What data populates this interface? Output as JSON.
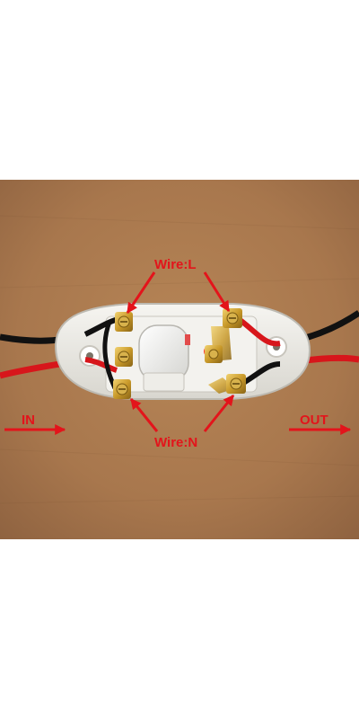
{
  "labels": {
    "wire_l": "Wire:L",
    "wire_n": "Wire:N",
    "in": "IN",
    "out": "OUT"
  },
  "colors": {
    "background": "#ffffff",
    "cardboard": "#a8774d",
    "switch_body": "#ecebe7",
    "annotation_red": "#e3141b",
    "wire_black": "#111111",
    "wire_red": "#d7161b",
    "terminal_brass": "#c99a2a"
  },
  "icons": [
    "arrow-icon",
    "screw-terminal-icon",
    "indicator-led-icon",
    "rocker-button-icon"
  ]
}
